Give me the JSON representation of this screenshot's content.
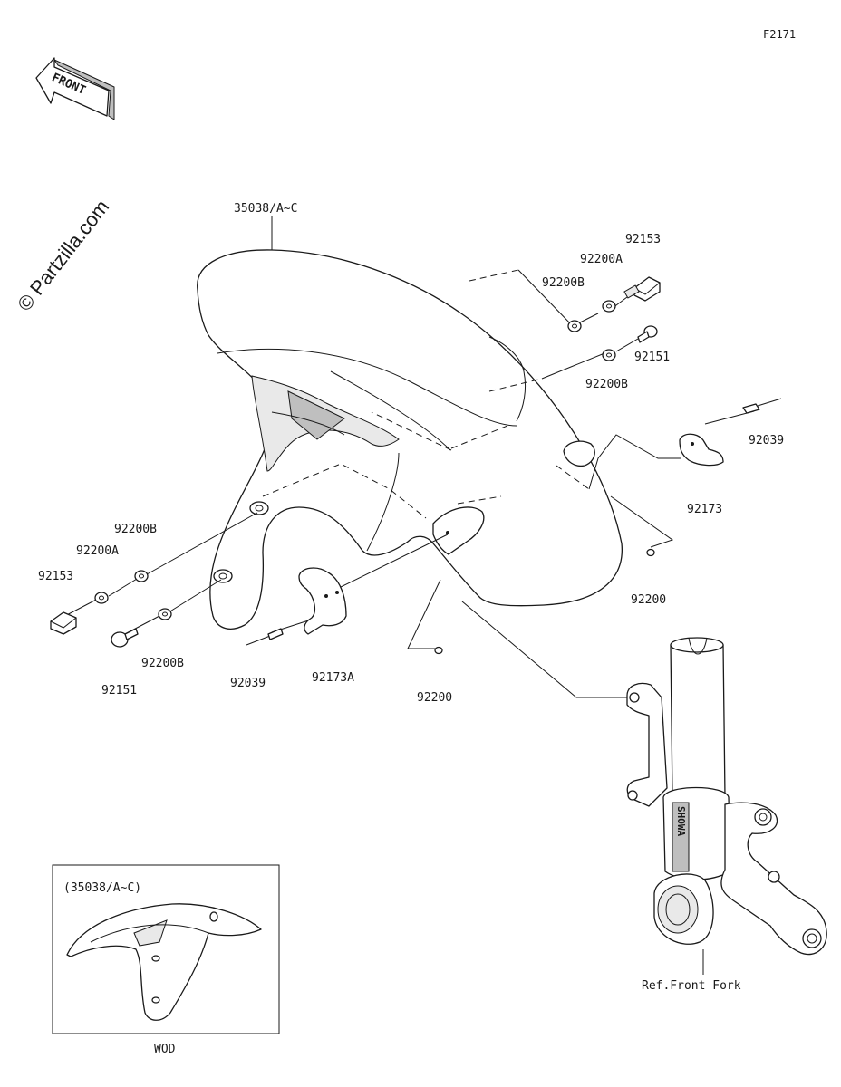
{
  "figure_code": "F2171",
  "front_label": "FRONT",
  "watermark": "© Partzilla.com",
  "labels": {
    "fender": "35038/A~C",
    "screw_right": "92153",
    "washer_a_right": "92200A",
    "washer_b_right_top": "92200B",
    "bolt_right": "92151",
    "washer_b_right_bottom": "92200B",
    "clip_right": "92039",
    "clamp_right": "92173",
    "washer_right": "92200",
    "washer_b_left_top": "92200B",
    "washer_a_left": "92200A",
    "screw_left": "92153",
    "washer_b_left_bottom": "92200B",
    "bolt_left": "92151",
    "clip_left": "92039",
    "clamp_left": "92173A",
    "washer_center": "92200",
    "fork_ref": "Ref.Front Fork"
  },
  "inset": {
    "caption": "(35038/A~C)",
    "footer": "WOD"
  },
  "fork_logo": "SHOWA"
}
